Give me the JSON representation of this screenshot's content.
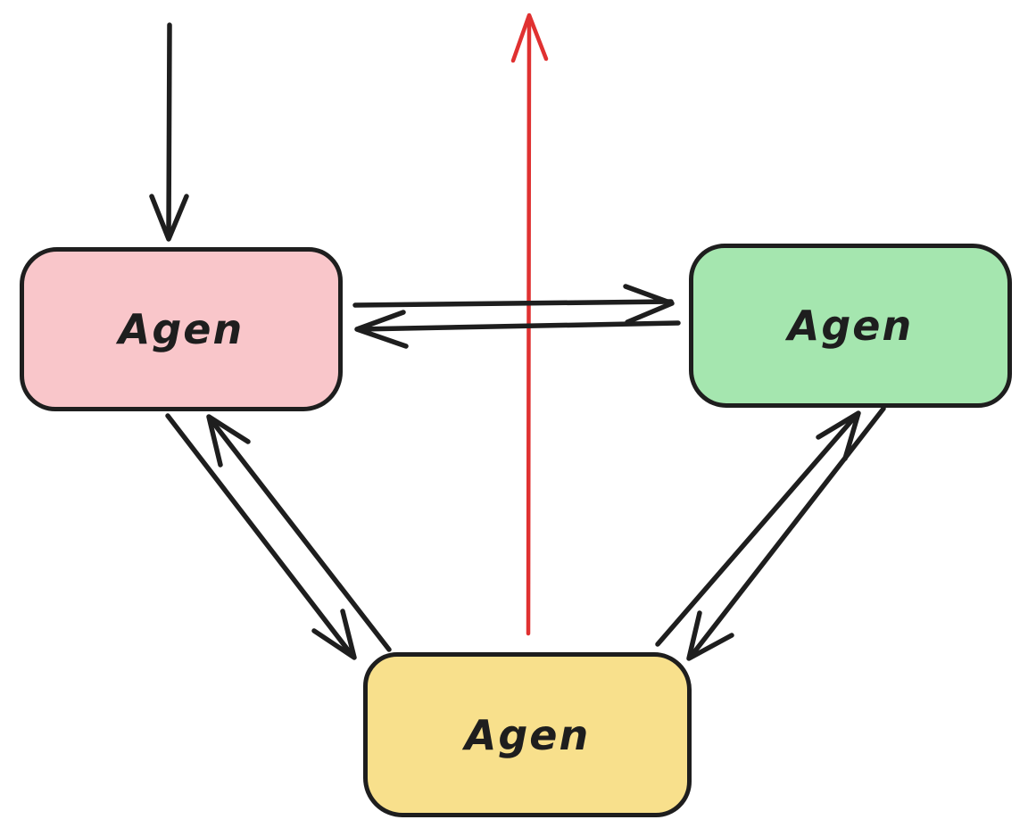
{
  "diagram": {
    "title": "multi-agent-communication-diagram",
    "background": "#ffffff",
    "nodes": [
      {
        "id": "agent-pink",
        "label": "Agen",
        "fill": "#f9c6ca",
        "stroke": "#1e1e1e",
        "position": "top-left"
      },
      {
        "id": "agent-green",
        "label": "Agen",
        "fill": "#a5e6af",
        "stroke": "#1e1e1e",
        "position": "top-right"
      },
      {
        "id": "agent-yellow",
        "label": "Agen",
        "fill": "#f8e08c",
        "stroke": "#1e1e1e",
        "position": "bottom-center"
      }
    ],
    "edges": [
      {
        "id": "incoming-top-arrow",
        "from": "outside-top",
        "to": "agent-pink",
        "color": "#1e1e1e",
        "direction": "down"
      },
      {
        "id": "outgoing-red-arrow",
        "from": "center-bottom",
        "to": "outside-top",
        "color": "#e03131",
        "direction": "up"
      },
      {
        "id": "pink-to-green-arrow",
        "from": "agent-pink",
        "to": "agent-green",
        "color": "#1e1e1e",
        "direction": "right"
      },
      {
        "id": "green-to-pink-arrow",
        "from": "agent-green",
        "to": "agent-pink",
        "color": "#1e1e1e",
        "direction": "left"
      },
      {
        "id": "yellow-to-pink-arrow",
        "from": "agent-yellow",
        "to": "agent-pink",
        "color": "#1e1e1e",
        "direction": "up-left"
      },
      {
        "id": "pink-to-yellow-arrow",
        "from": "agent-pink",
        "to": "agent-yellow",
        "color": "#1e1e1e",
        "direction": "down-right"
      },
      {
        "id": "yellow-to-green-arrow",
        "from": "agent-yellow",
        "to": "agent-green",
        "color": "#1e1e1e",
        "direction": "up-right"
      },
      {
        "id": "green-to-yellow-arrow",
        "from": "agent-green",
        "to": "agent-yellow",
        "color": "#1e1e1e",
        "direction": "down-left"
      }
    ],
    "colors": {
      "stroke": "#1e1e1e",
      "accent_red": "#e03131",
      "background": "#ffffff"
    }
  }
}
